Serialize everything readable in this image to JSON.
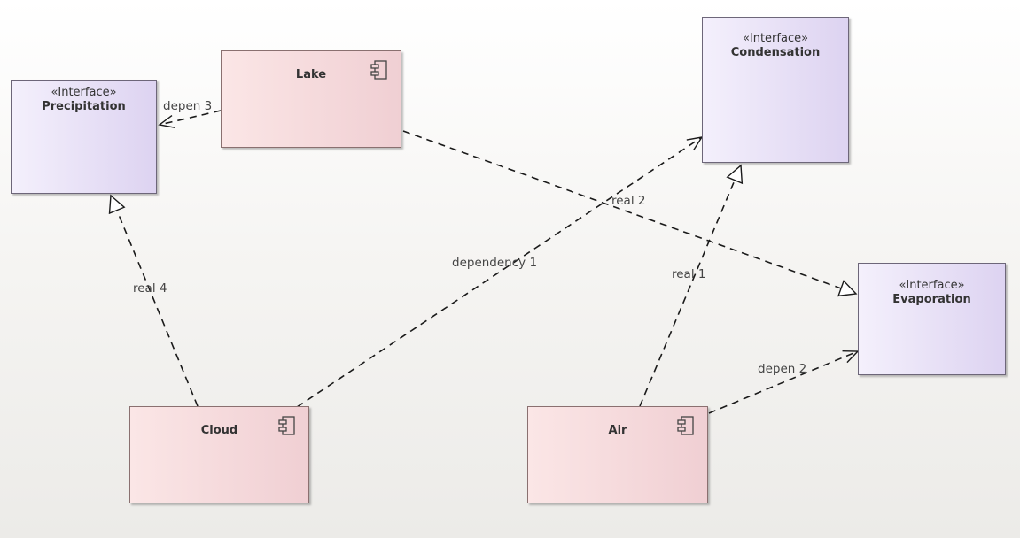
{
  "nodes": {
    "lake": {
      "name": "Lake",
      "icon": "component-icon"
    },
    "cloud": {
      "name": "Cloud",
      "icon": "component-icon"
    },
    "air": {
      "name": "Air",
      "icon": "component-icon"
    },
    "precipitation": {
      "stereotype": "«Interface»",
      "name": "Precipitation"
    },
    "condensation": {
      "stereotype": "«Interface»",
      "name": "Condensation"
    },
    "evaporation": {
      "stereotype": "«Interface»",
      "name": "Evaporation"
    }
  },
  "edges": {
    "depen3": {
      "label": "depen 3",
      "kind": "dependency"
    },
    "real2": {
      "label": "real 2",
      "kind": "realization"
    },
    "dependency1": {
      "label": "dependency 1",
      "kind": "dependency"
    },
    "real1": {
      "label": "real 1",
      "kind": "realization"
    },
    "real4": {
      "label": "real 4",
      "kind": "realization"
    },
    "depen2": {
      "label": "depen 2",
      "kind": "dependency"
    }
  },
  "colors": {
    "component_fill": "#f3d7da",
    "interface_fill": "#e6ddf5",
    "line": "#1a1a1a"
  }
}
